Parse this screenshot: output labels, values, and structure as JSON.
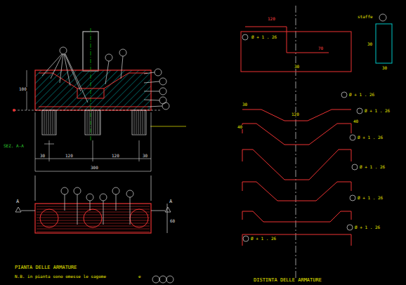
{
  "diagram": {
    "labels": [
      "SEZ. A-A",
      "30",
      "120",
      "120",
      "30",
      "300",
      "100",
      "A",
      "A",
      "60",
      "PIANTA DELLE ARMATURE",
      "N.B. in pianta sono omesse le sagome",
      "e",
      "DISTINTA DELLE ARMATURE",
      "120",
      "70",
      "Ø + 1 . 26",
      "30",
      "staffe",
      "30",
      "30",
      "Ø + 1 . 26",
      "Ø + 1 . 26",
      "Ø + 1 . 26",
      "Ø + 1 . 26",
      "Ø + 1 . 26",
      "Ø + 1 . 26",
      "Ø + 1 . 26",
      "30",
      "40",
      "40",
      "120"
    ]
  }
}
